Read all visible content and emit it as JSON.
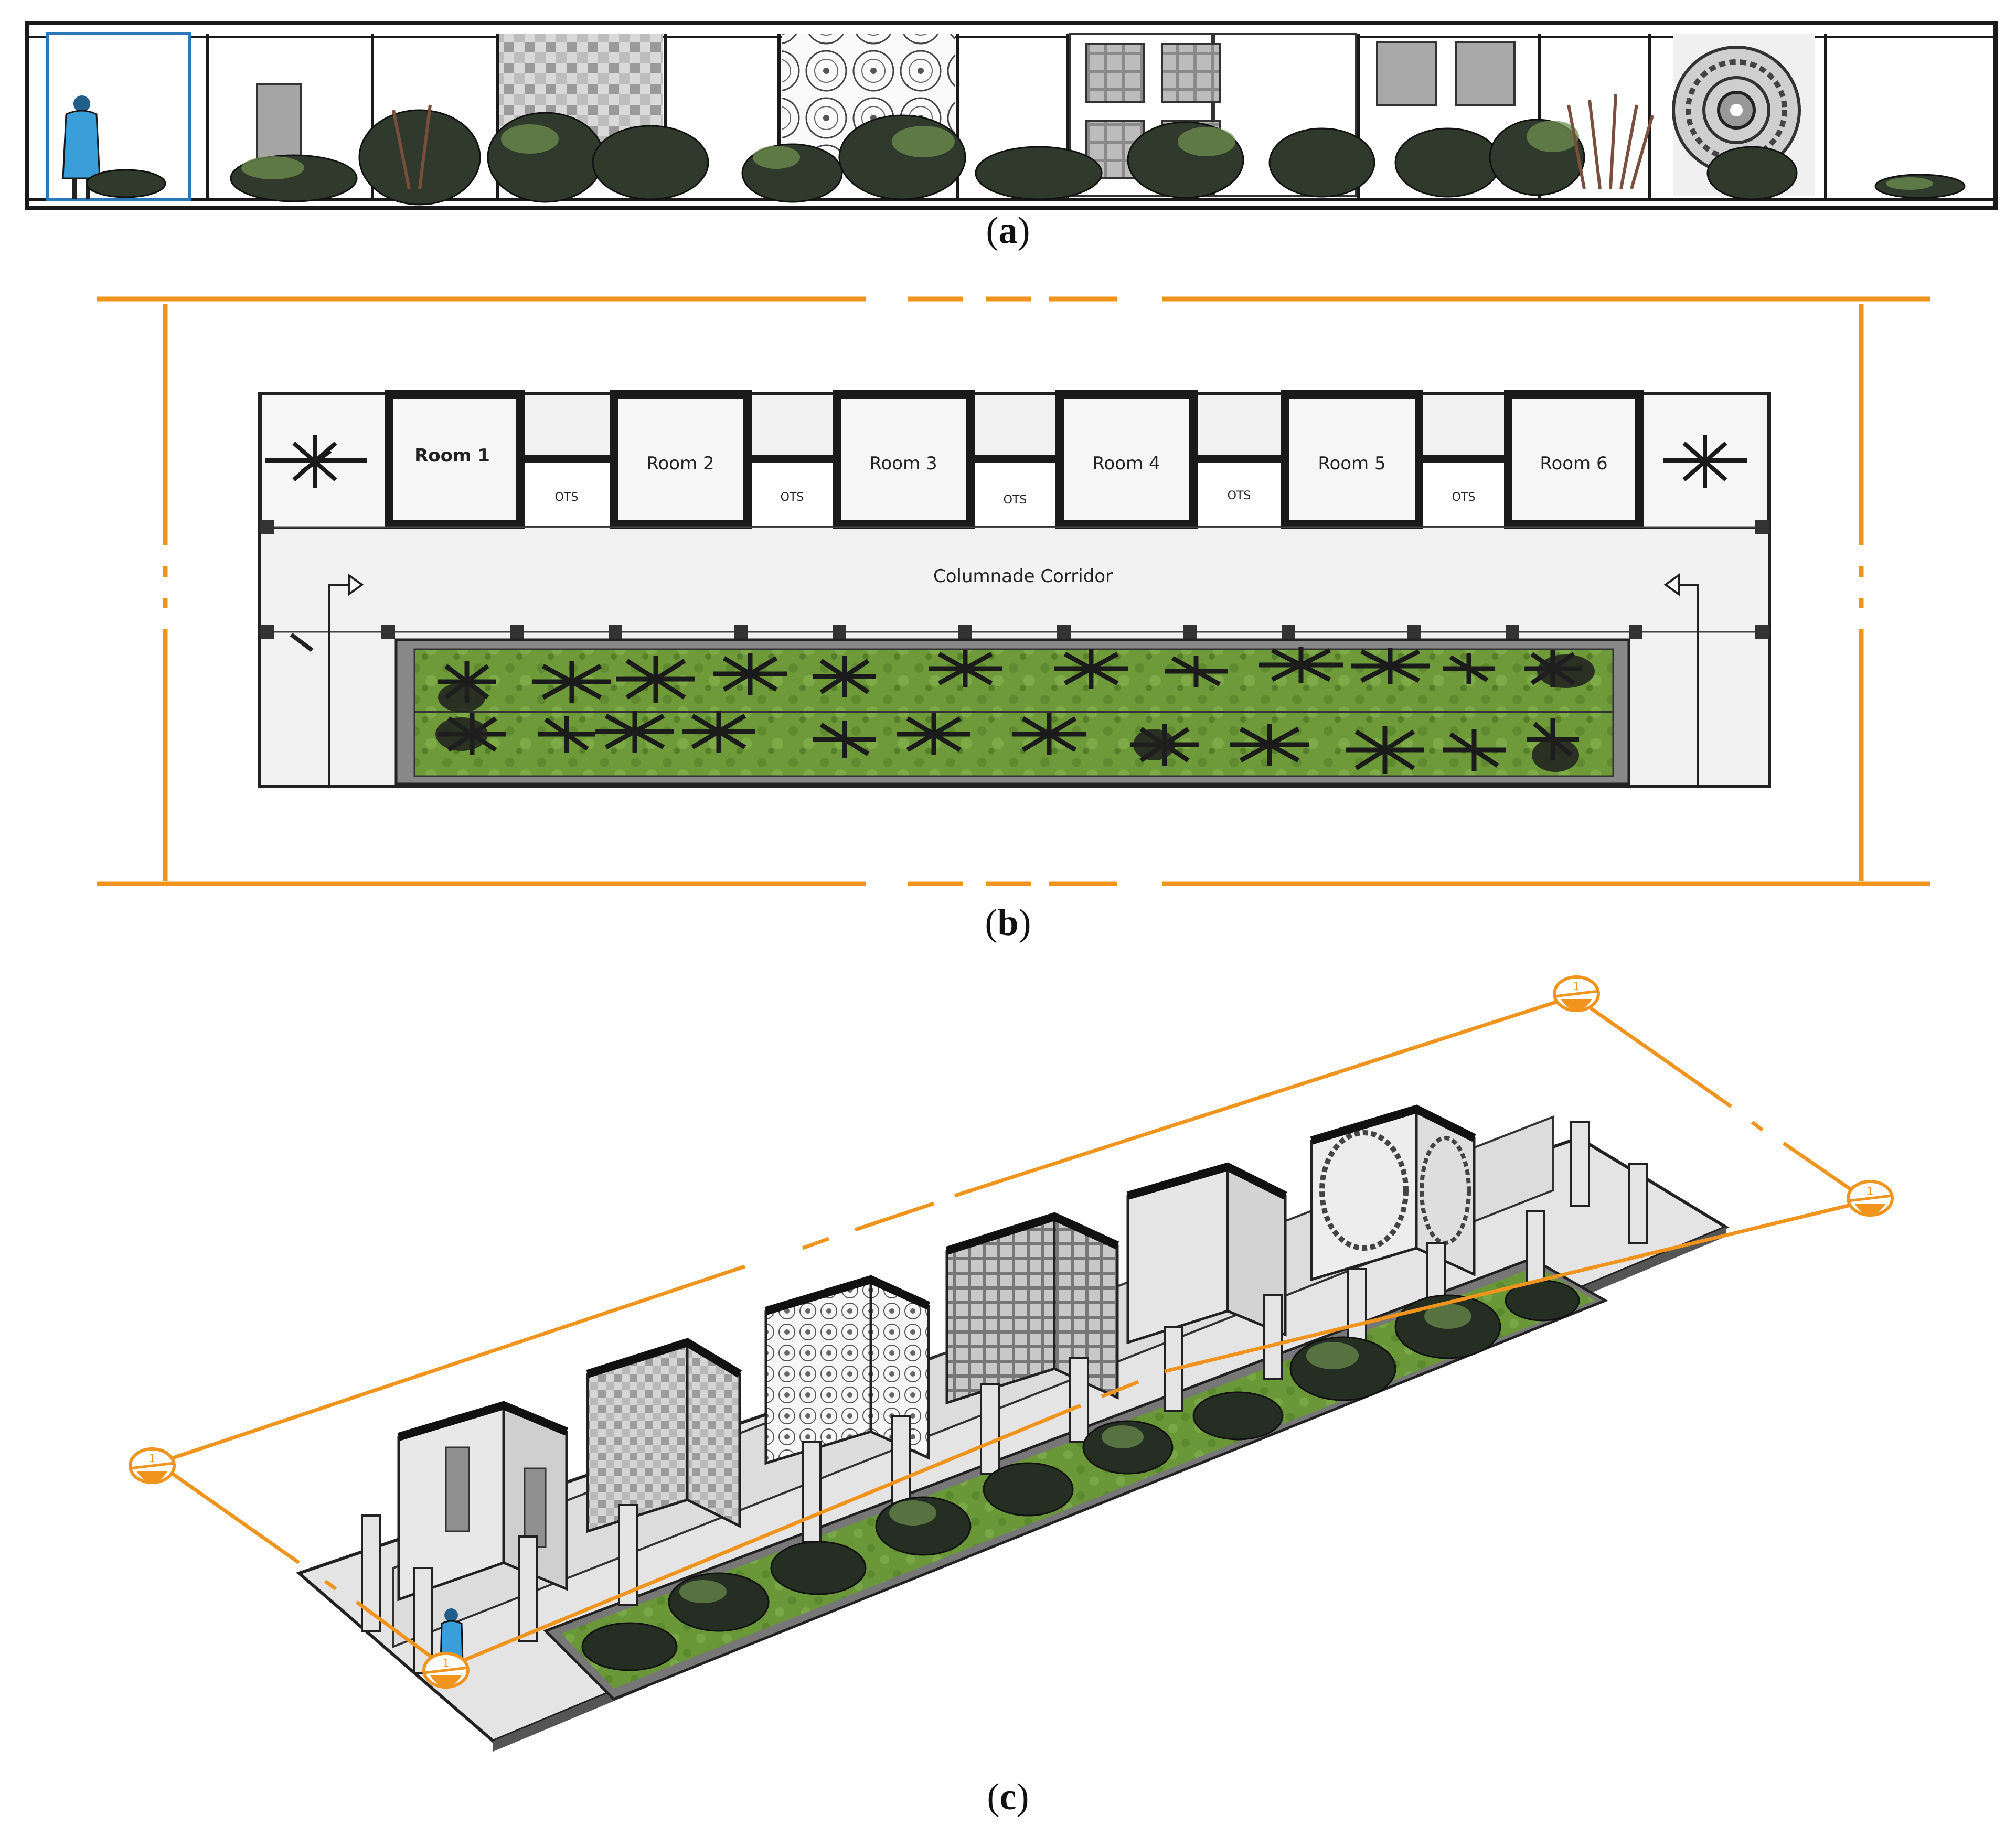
{
  "captions": {
    "a": "a",
    "b": "b",
    "c": "c"
  },
  "plan": {
    "rooms": [
      "Room 1",
      "Room 2",
      "Room 3",
      "Room 4",
      "Room 5",
      "Room 6"
    ],
    "ots_label": "OTS",
    "corridor_label": "Columnade Corridor"
  },
  "section_marker": "1",
  "colors": {
    "accent_orange": "#F0941D",
    "wall": "#1a1a1a",
    "floor": "#efefef",
    "grass": "#6e9a3a",
    "person": "#3a9fd8"
  },
  "icons": [
    "person-icon",
    "plant-icon",
    "section-marker-icon",
    "arrow-icon"
  ]
}
